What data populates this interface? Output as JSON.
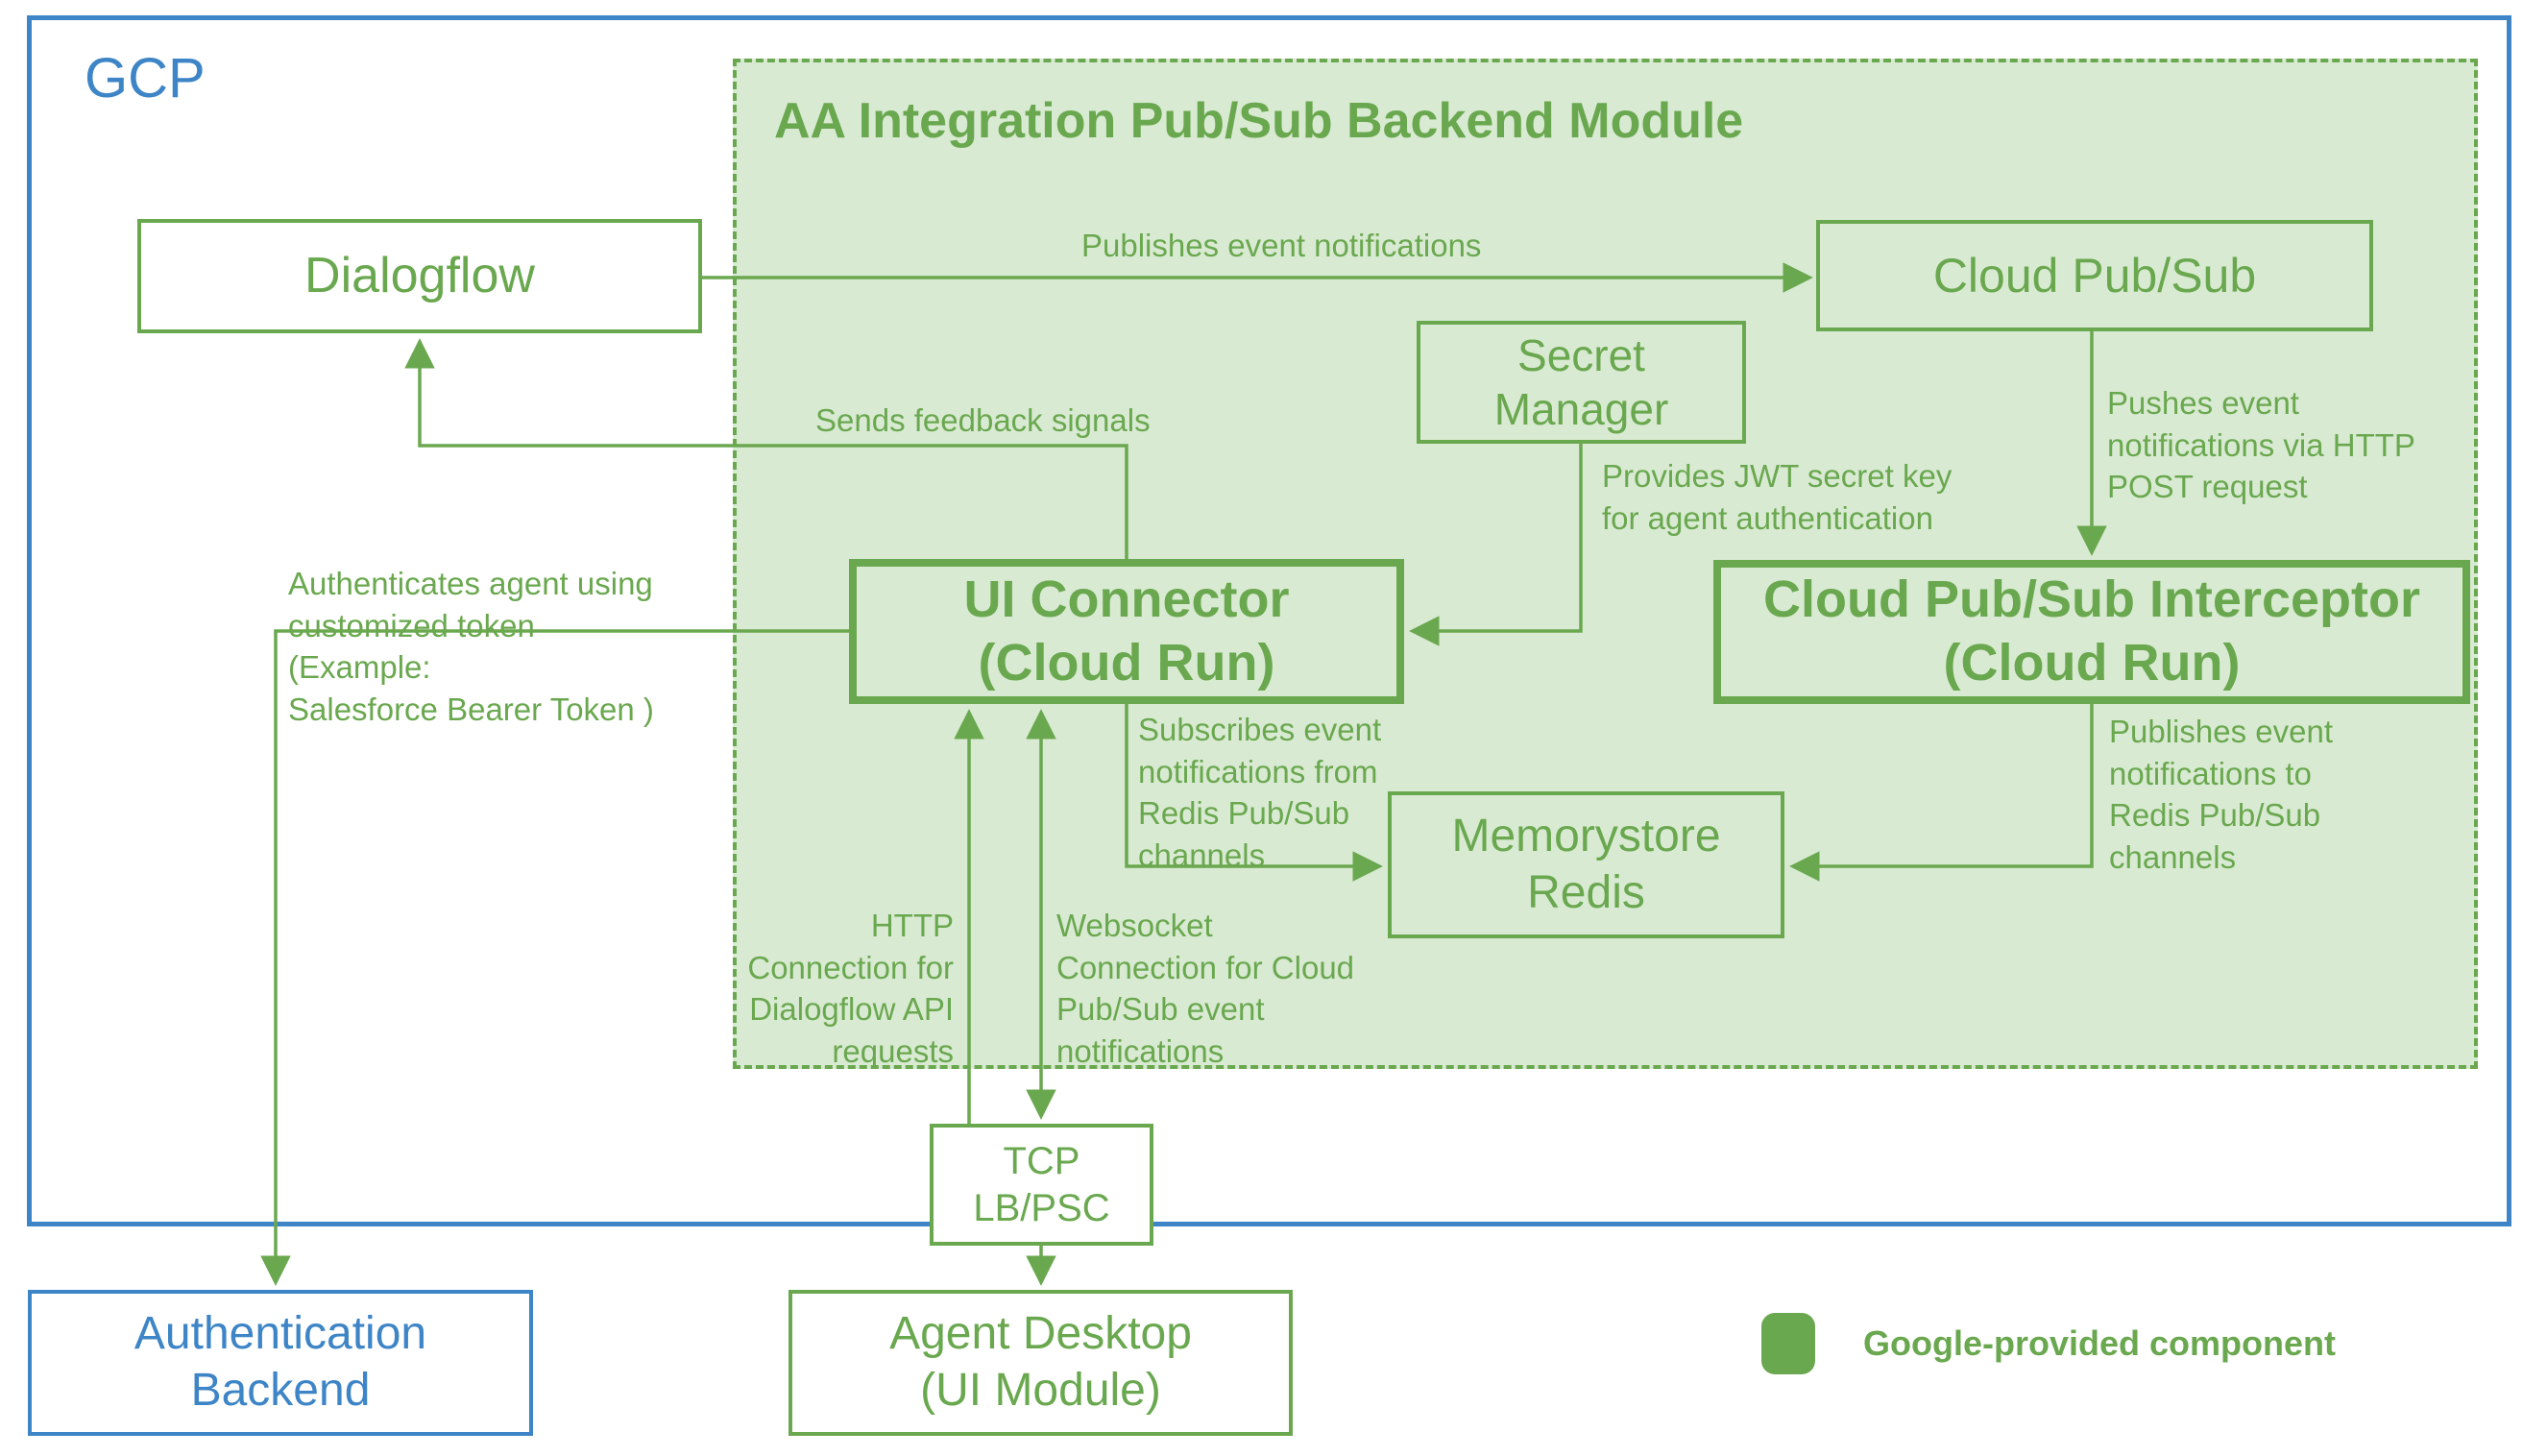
{
  "colors": {
    "green": "#6aa84f",
    "green_fill": "#d9ead3",
    "blue": "#3d85c6",
    "white": "#ffffff"
  },
  "gcp": {
    "label": "GCP"
  },
  "module": {
    "title": "AA Integration Pub/Sub Backend Module"
  },
  "nodes": {
    "dialogflow": {
      "label": "Dialogflow"
    },
    "cloud_pubsub": {
      "label": "Cloud Pub/Sub"
    },
    "secret_manager": {
      "label": "Secret\nManager"
    },
    "ui_connector": {
      "label": "UI Connector\n(Cloud Run)"
    },
    "interceptor": {
      "label": "Cloud Pub/Sub Interceptor\n(Cloud Run)"
    },
    "memorystore": {
      "label": "Memorystore\nRedis"
    },
    "tcp_lb": {
      "label": "TCP\nLB/PSC"
    },
    "agent_desktop": {
      "label": "Agent Desktop\n(UI Module)"
    },
    "auth_backend": {
      "label": "Authentication\nBackend"
    }
  },
  "edges": {
    "publishes_event": "Publishes event notifications",
    "sends_feedback": "Sends feedback signals",
    "authenticates": "Authenticates agent using\ncustomized token\n(Example:\nSalesforce Bearer Token )",
    "provides_jwt": "Provides JWT secret key\nfor agent authentication",
    "pushes_event": "Pushes event\nnotifications via HTTP\nPOST request",
    "subscribes": "Subscribes event\nnotifications from\nRedis Pub/Sub\nchannels",
    "publishes_redis": "Publishes event\nnotifications to\nRedis Pub/Sub\nchannels",
    "http_connection": "HTTP\nConnection for\nDialogflow API\nrequests",
    "websocket_connection": "Websocket\nConnection for Cloud\nPub/Sub event\nnotifications"
  },
  "legend": {
    "label": "Google-provided component"
  }
}
